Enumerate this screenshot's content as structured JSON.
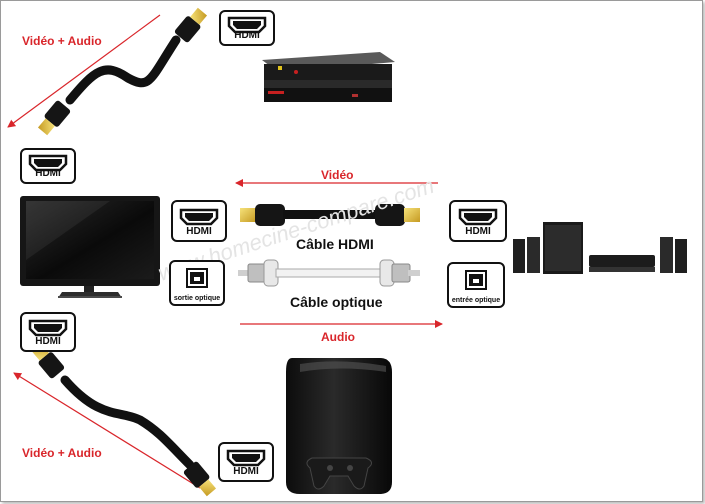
{
  "labels": {
    "video_audio_top": "Vidéo + Audio",
    "video_audio_bottom": "Vidéo + Audio",
    "video": "Vidéo",
    "audio": "Audio",
    "cable_hdmi": "Câble HDMI",
    "cable_optique": "Câble optique"
  },
  "ports": {
    "hdmi": "HDMI",
    "sortie_optique": "sortie optique",
    "entree_optique": "entrée optique"
  },
  "watermark": "www.homecine-compare.com",
  "colors": {
    "arrow": "#d9262b",
    "label_red": "#d9262b"
  }
}
